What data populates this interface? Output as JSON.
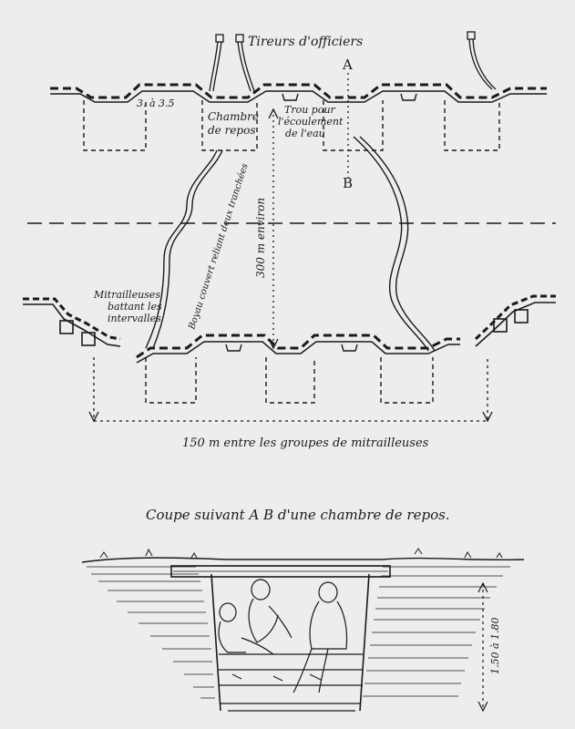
{
  "labels": {
    "tireurs": "Tireurs d'officiers",
    "point_a": "A",
    "point_b": "B",
    "spacing_3m": "3.   à 3.5",
    "chambre_1": "Chambre",
    "chambre_2": "de repos",
    "trou_1": "Trou pour",
    "trou_2": "l'écoulement",
    "trou_3": "de l'eau",
    "boyau": "Boyau couvert reliant deux tranchées",
    "distance": "300 m environ",
    "mitr_1": "Mitrailleuses",
    "mitr_2": "battant les",
    "mitr_3": "intervalles",
    "spacing_150": "150 m entre les groupes de mitrailleuses",
    "section_title": "Coupe suivant A B d'une chambre de repos.",
    "height_label": "1.50 à 1.80"
  },
  "colors": {
    "ink": "#1a1a1a",
    "paper": "#ededed"
  }
}
